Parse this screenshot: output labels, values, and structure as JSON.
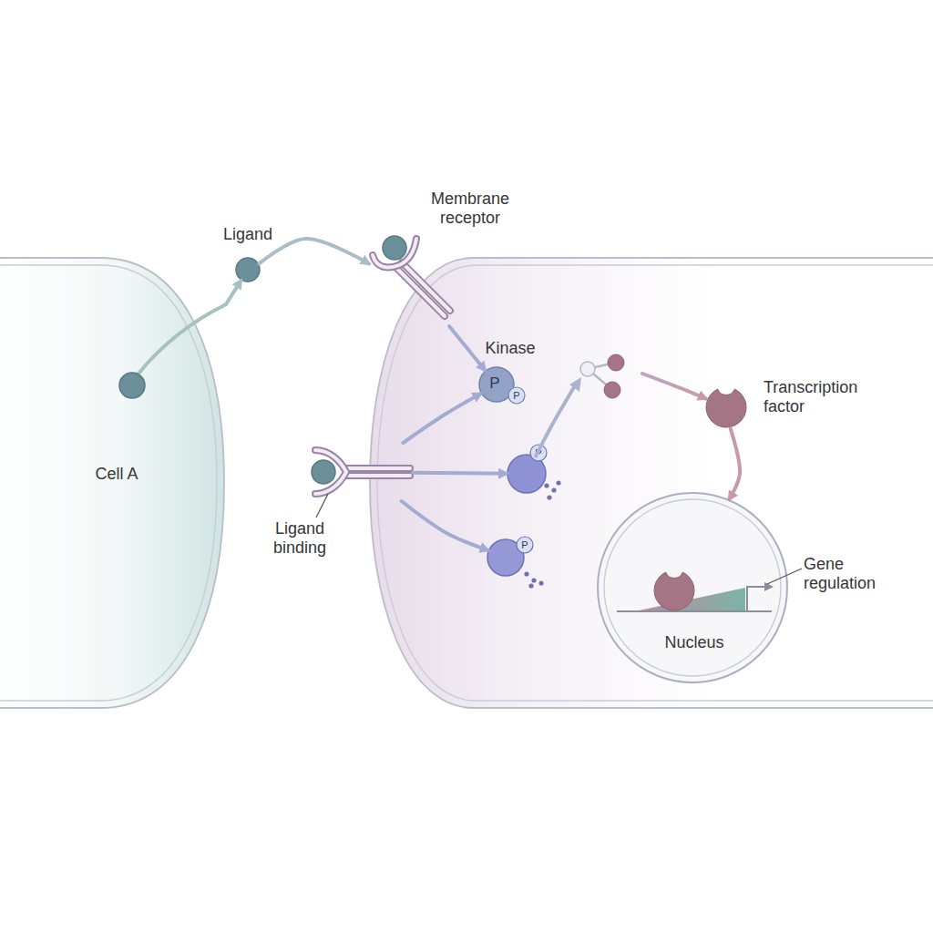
{
  "diagram": {
    "nodes": [
      {
        "text": [
          "Ligand"
        ]
      },
      {
        "text": [
          "Membrane receptor"
        ]
      },
      {
        "text": [
          "Cell A"
        ]
      },
      {
        "text": [
          "Kinase",
          "P",
          "P"
        ]
      },
      {
        "text": [
          "Transcription factor"
        ]
      },
      {
        "text": [
          "Ligand binding"
        ]
      },
      {
        "text": [
          "P"
        ]
      },
      {
        "text": [
          "P"
        ]
      },
      {
        "text": [
          "Nucleus"
        ]
      }
    ],
    "edges": [
      {
        "from": 2,
        "to": 0,
        "arrow": "to"
      },
      {
        "from": 0,
        "to": 1,
        "arrow": "to"
      },
      {
        "from": 1,
        "to": 3,
        "arrow": "to"
      },
      {
        "from": 5,
        "to": 3,
        "arrow": "to"
      },
      {
        "from": 5,
        "to": 6,
        "arrow": "to"
      },
      {
        "from": 5,
        "to": 7,
        "arrow": "to"
      },
      {
        "from": 6,
        "to": 4,
        "arrow": "to"
      },
      {
        "from": 4,
        "to": 8,
        "arrow": "to"
      }
    ],
    "labels": [
      "Gene regulation"
    ]
  }
}
